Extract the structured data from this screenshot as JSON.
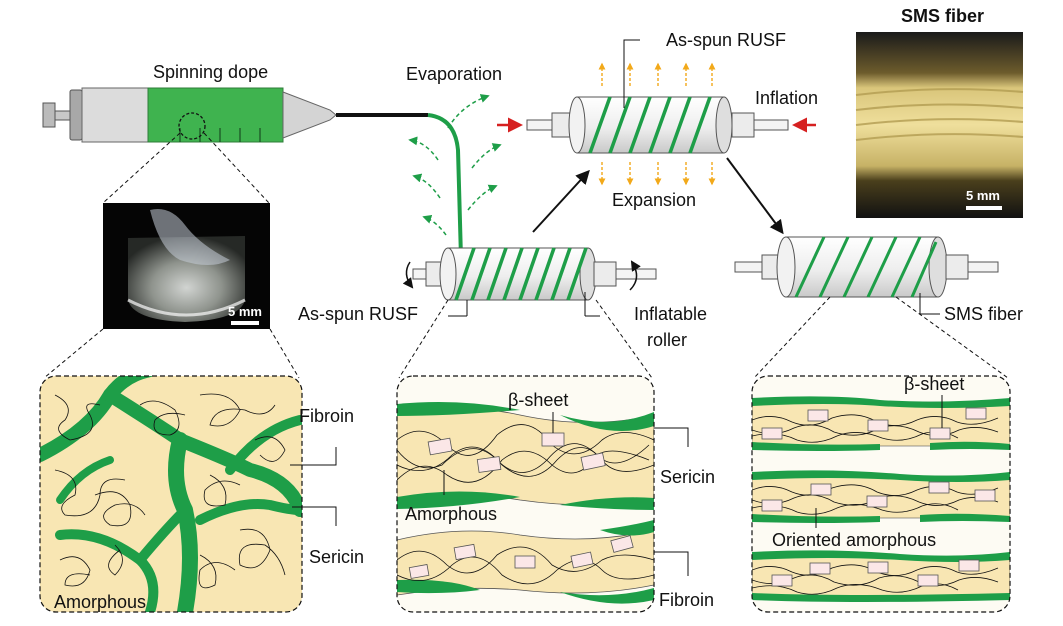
{
  "labels": {
    "spinning_dope": "Spinning dope",
    "evaporation": "Evaporation",
    "as_spun_rusf_top": "As-spun RUSF",
    "inflation": "Inflation",
    "expansion": "Expansion",
    "sms_fiber_title": "SMS fiber",
    "as_spun_rusf_mid": "As-spun RUSF",
    "inflatable_roller_1": "Inflatable",
    "inflatable_roller_2": "roller",
    "sms_fiber_label": "SMS fiber",
    "fibroin_left": "Fibroin",
    "sericin_left": "Sericin",
    "amorphous_left": "Amorphous",
    "beta_sheet_mid": "β-sheet",
    "sericin_mid": "Sericin",
    "amorphous_mid": "Amorphous",
    "fibroin_mid": "Fibroin",
    "beta_sheet_right": "β-sheet",
    "oriented_amorphous": "Oriented amorphous",
    "scale_dope": "5 mm",
    "scale_fiber": "5 mm"
  },
  "colors": {
    "green": "#1e9e48",
    "cream": "#f8e6b3",
    "arrow_red": "#d62020",
    "arrow_orange": "#f2a91a"
  }
}
